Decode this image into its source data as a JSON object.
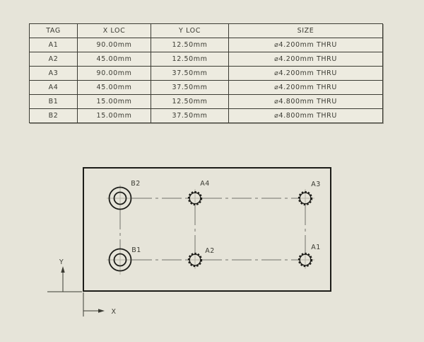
{
  "colors": {
    "page_background": "#e6e4d9",
    "table_background": "#edebe0",
    "line_dark": "#1c1c18",
    "line_border": "#3b3b33",
    "centerline": "#72726a",
    "centermark": "#b5b3a7",
    "text": "#3b3b33"
  },
  "table": {
    "headers": [
      "TAG",
      "X LOC",
      "Y LOC",
      "SIZE"
    ],
    "rows": [
      {
        "tag": "A1",
        "x_loc": "90.00mm",
        "y_loc": "12.50mm",
        "size": "⌀4.200mm THRU"
      },
      {
        "tag": "A2",
        "x_loc": "45.00mm",
        "y_loc": "12.50mm",
        "size": "⌀4.200mm THRU"
      },
      {
        "tag": "A3",
        "x_loc": "90.00mm",
        "y_loc": "37.50mm",
        "size": "⌀4.200mm THRU"
      },
      {
        "tag": "A4",
        "x_loc": "45.00mm",
        "y_loc": "37.50mm",
        "size": "⌀4.200mm THRU"
      },
      {
        "tag": "B1",
        "x_loc": "15.00mm",
        "y_loc": "12.50mm",
        "size": "⌀4.800mm THRU"
      },
      {
        "tag": "B2",
        "x_loc": "15.00mm",
        "y_loc": "37.50mm",
        "size": "⌀4.800mm THRU"
      }
    ]
  },
  "drawing": {
    "hole_labels": {
      "b2": "B2",
      "a4": "A4",
      "a3": "A3",
      "b1": "B1",
      "a2": "A2",
      "a1": "A1"
    },
    "axis": {
      "x": "X",
      "y": "Y"
    }
  }
}
